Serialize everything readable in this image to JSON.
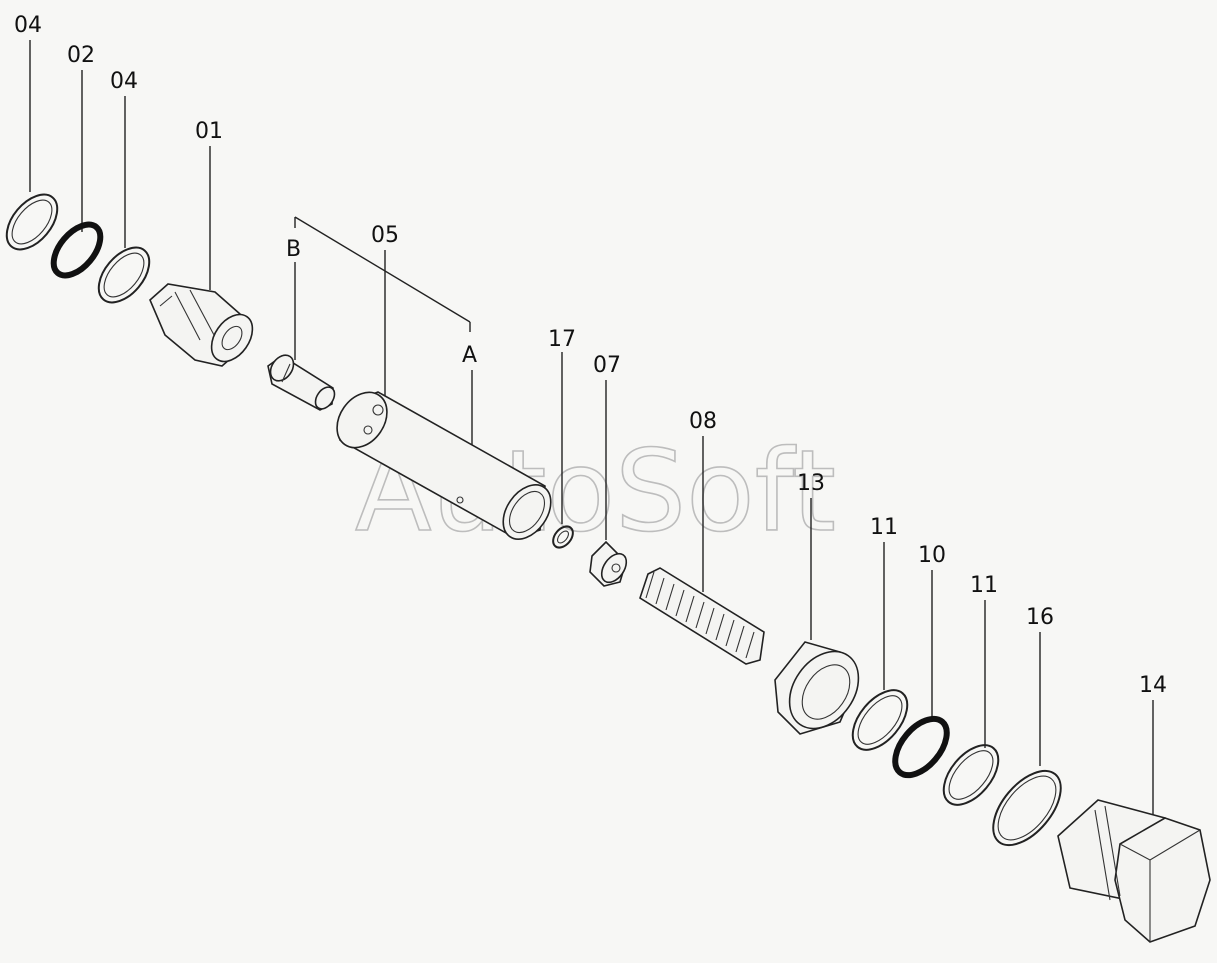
{
  "watermark": "AutoSoft",
  "labels": {
    "p04a": "04",
    "p02": "02",
    "p04b": "04",
    "p01": "01",
    "B": "B",
    "p05": "05",
    "A": "A",
    "p17": "17",
    "p07": "07",
    "p08": "08",
    "p13": "13",
    "p11a": "11",
    "p10": "10",
    "p11b": "11",
    "p16": "16",
    "p14": "14"
  }
}
